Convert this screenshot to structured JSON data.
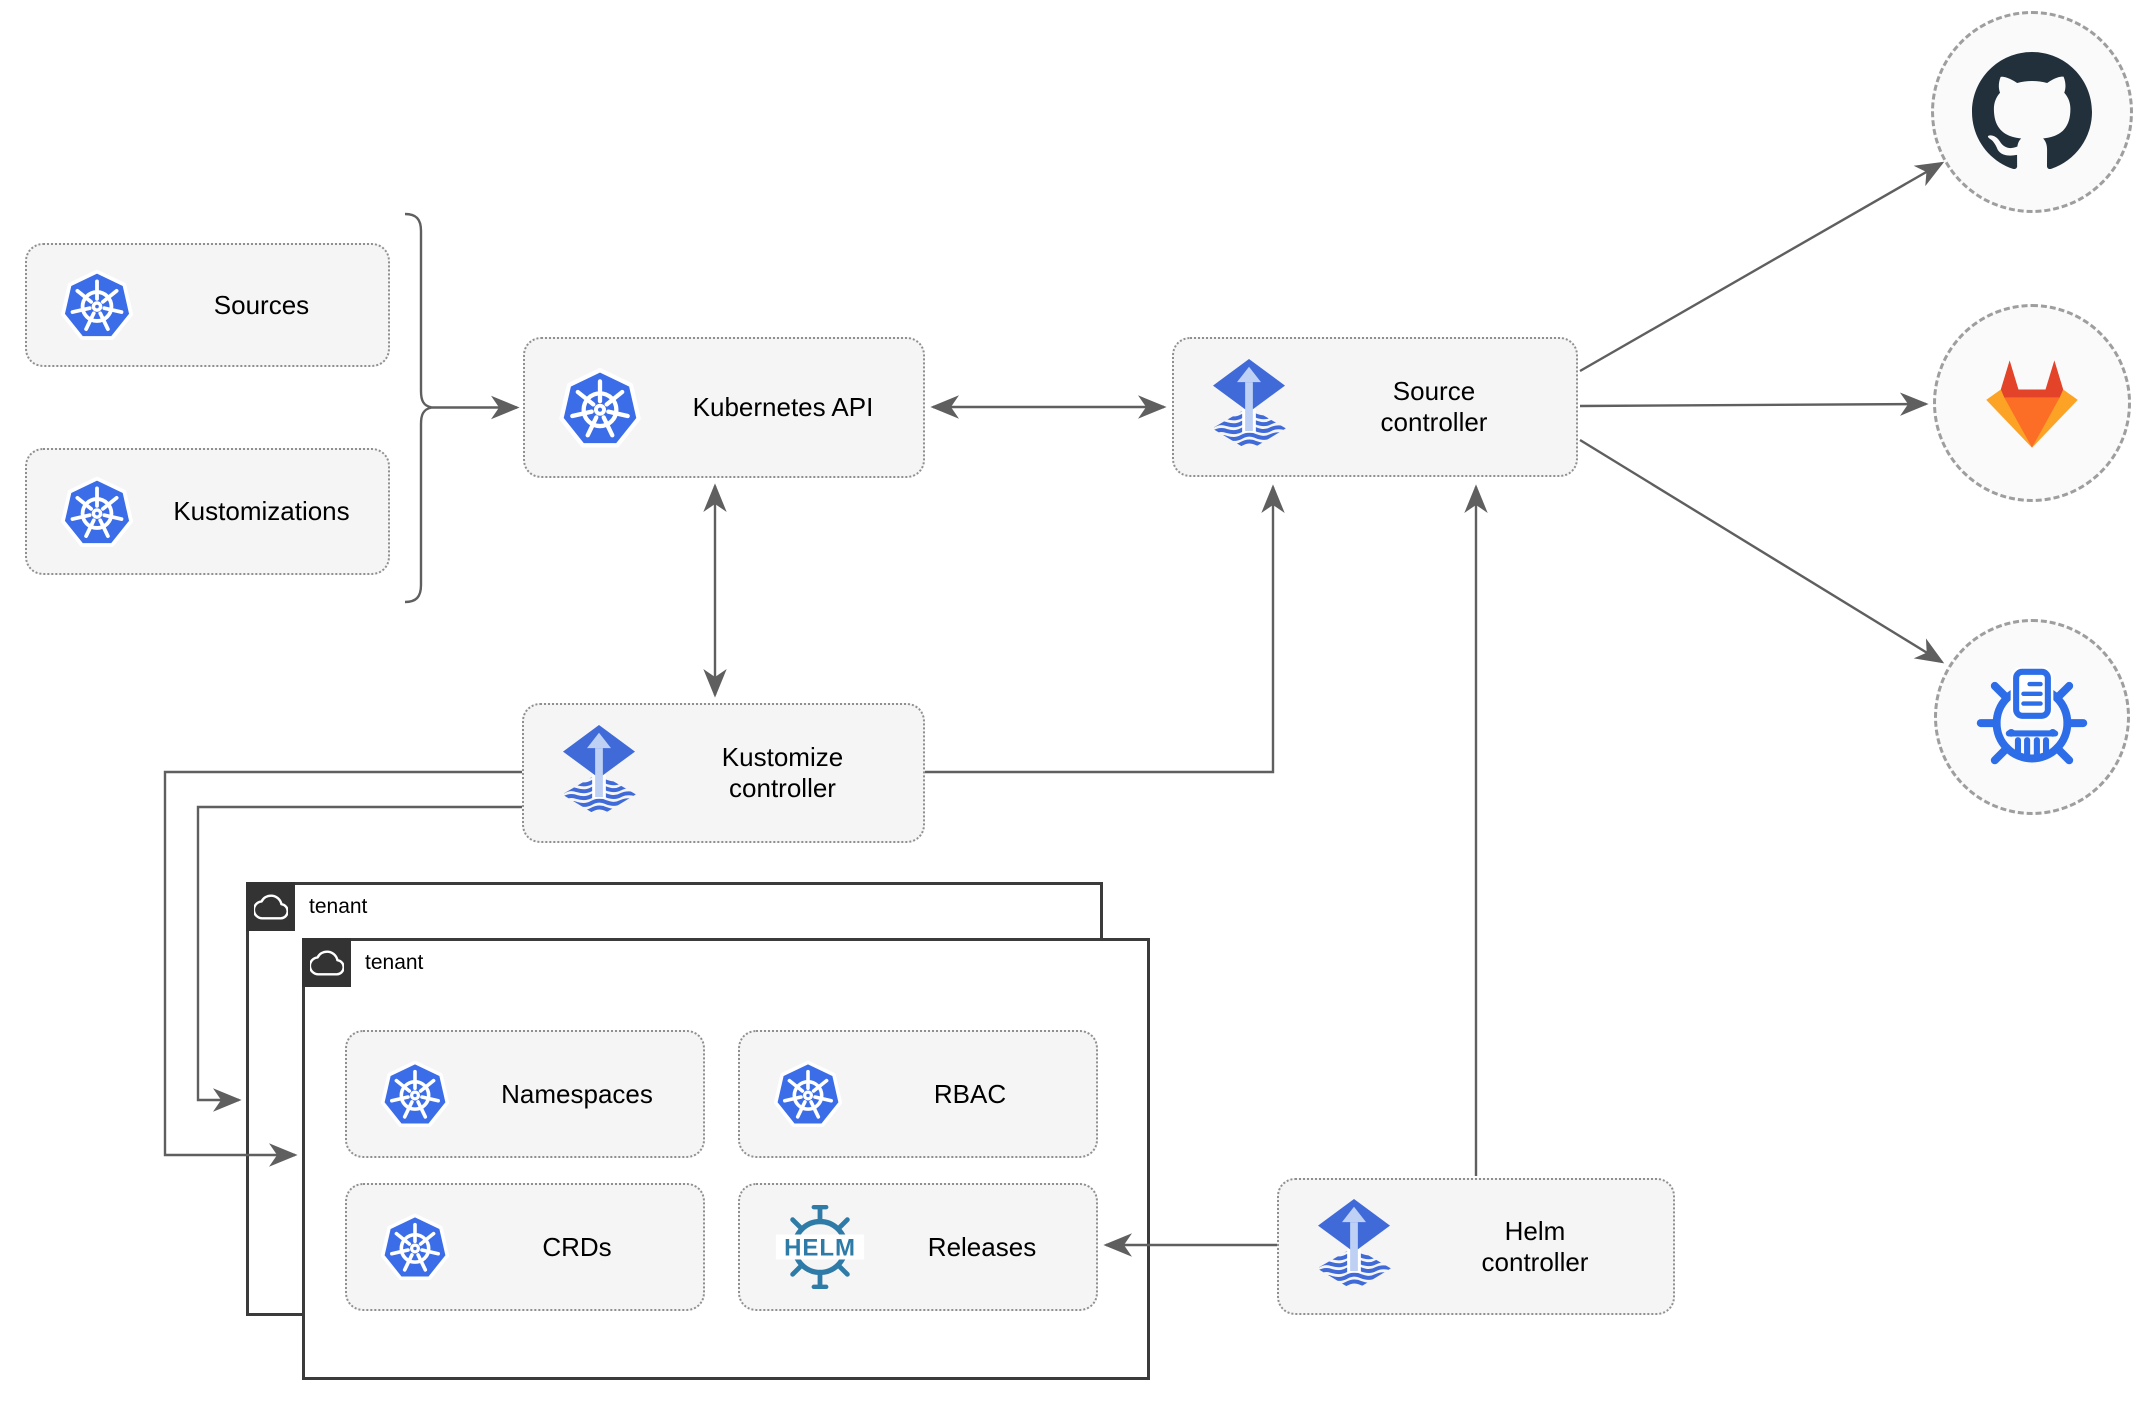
{
  "colors": {
    "canvas_bg": "#ffffff",
    "node_fill": "#f5f5f5",
    "node_border": "#8f8f8f",
    "line_gray": "#5f5f5f",
    "tenant_border": "#3b3b3b",
    "tenant_tab_bg": "#333333",
    "circle_fill": "#fafafa",
    "circle_border": "#9e9e9e",
    "k8s_blue": "#3b6de8",
    "flux_blue": "#3f6ad8",
    "flux_light": "#bfd0f5",
    "helm_teal": "#2e7ba8",
    "github_dark": "#22303c",
    "gitlab_red": "#e24329",
    "gitlab_orange": "#fc6d26",
    "gitlab_amber": "#fca326",
    "chartmuseum_blue": "#2d6ee8",
    "label_color": "#000000"
  },
  "nodes": {
    "sources": {
      "label": "Sources",
      "icon": "kubernetes-icon"
    },
    "kustomizations": {
      "label": "Kustomizations",
      "icon": "kubernetes-icon"
    },
    "kubernetes_api": {
      "label": "Kubernetes API",
      "icon": "kubernetes-icon"
    },
    "source_controller": {
      "label": "Source controller",
      "icon": "flux-icon"
    },
    "kustomize_controller": {
      "label": "Kustomize controller",
      "icon": "flux-icon"
    },
    "helm_controller": {
      "label": "Helm controller",
      "icon": "flux-icon"
    },
    "namespaces": {
      "label": "Namespaces",
      "icon": "kubernetes-icon"
    },
    "rbac": {
      "label": "RBAC",
      "icon": "kubernetes-icon"
    },
    "crds": {
      "label": "CRDs",
      "icon": "kubernetes-icon"
    },
    "releases": {
      "label": "Releases",
      "icon": "helm-icon"
    }
  },
  "groups": {
    "tenant_back": {
      "label": "tenant",
      "icon": "cloud-icon"
    },
    "tenant_front": {
      "label": "tenant",
      "icon": "cloud-icon"
    }
  },
  "external": {
    "github": {
      "icon": "github-icon"
    },
    "gitlab": {
      "icon": "gitlab-icon"
    },
    "chart_repository": {
      "icon": "chartmuseum-icon"
    }
  },
  "helm_logo_text": "HELM"
}
